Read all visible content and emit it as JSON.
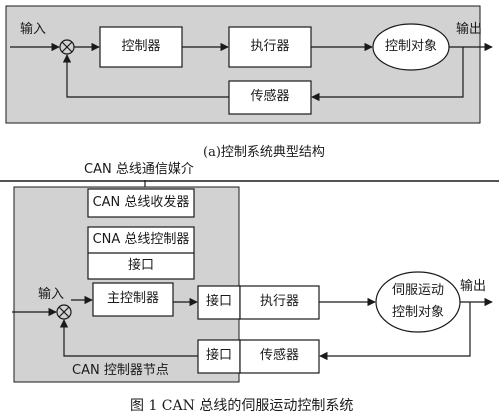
{
  "panel_a": {
    "input_label": "输入",
    "controller": "控制器",
    "actuator": "执行器",
    "plant": "控制对象",
    "output_label": "输出",
    "sensor": "传感器",
    "caption": "(a)控制系统典型结构"
  },
  "panel_b": {
    "bus_label": "CAN 总线通信媒介",
    "transceiver": "CAN 总线收发器",
    "can_controller": "CNA 总线控制器",
    "interface_inner": "接口",
    "input_label": "输入",
    "main_controller": "主控制器",
    "interface_actuator": "接口",
    "actuator": "执行器",
    "plant_line1": "伺服运动",
    "plant_line2": "控制对象",
    "output_label": "输出",
    "interface_sensor": "接口",
    "sensor": "传感器",
    "node_label": "CAN 控制器节点"
  },
  "figure_caption": "图 1  CAN 总线的伺服运动控制系统",
  "colors": {
    "panel_gray": "#d2d2d2",
    "line": "#1a1a1a",
    "box_fill": "#ffffff"
  }
}
